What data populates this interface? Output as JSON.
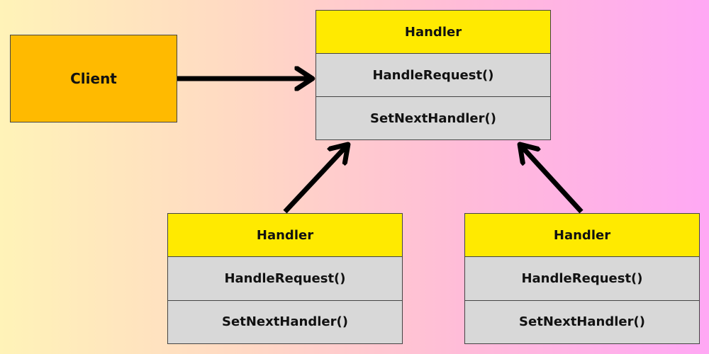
{
  "client": {
    "label": "Client"
  },
  "handler_top": {
    "title": "Handler",
    "methods": [
      "HandleRequest()",
      "SetNextHandler()"
    ]
  },
  "handler_left": {
    "title": "Handler",
    "methods": [
      "HandleRequest()",
      "SetNextHandler()"
    ]
  },
  "handler_right": {
    "title": "Handler",
    "methods": [
      "HandleRequest()",
      "SetNextHandler()"
    ]
  },
  "colors": {
    "client_fill": "#ffba00",
    "class_title_fill": "#ffea00",
    "method_fill": "#d8d8d8",
    "arrow": "#000000"
  }
}
